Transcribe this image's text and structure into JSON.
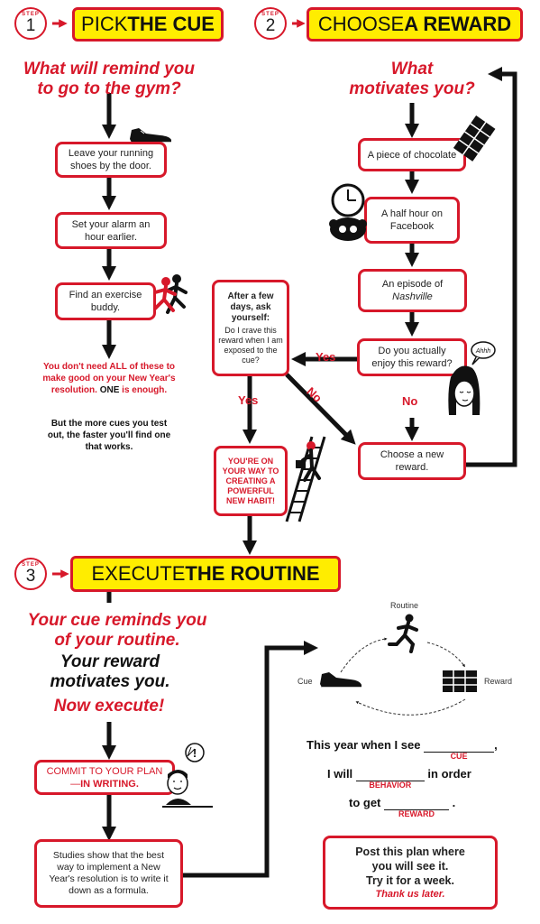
{
  "colors": {
    "red": "#d7182a",
    "yellow": "#ffed00",
    "black": "#111111"
  },
  "step1": {
    "step_label": "STEP",
    "number": "1",
    "title_a": "PICK ",
    "title_b": "THE CUE",
    "question_line1": "What will remind you",
    "question_line2": "to go to the gym?",
    "box1": "Leave your running shoes by the door.",
    "box2": "Set your alarm an hour earlier.",
    "box3": "Find an exercise buddy.",
    "note_red1": "You don't need ALL of these to make good on your New Year's resolution.",
    "note_red2": "is enough.",
    "note_one": "ONE",
    "note_black": "But the more cues you test out, the faster you'll find one that works."
  },
  "step2": {
    "step_label": "STEP",
    "number": "2",
    "title_a": "CHOOSE ",
    "title_b": "A REWARD",
    "question_line1": "What",
    "question_line2": "motivates you?",
    "box1": "A piece of chocolate",
    "box2": "A half hour on Facebook",
    "box3_a": "An episode of",
    "box3_b": "Nashville",
    "box4": "Do you actually enjoy this reward?",
    "box5": "Choose a new reward.",
    "ask_title": "After a few days, ask yourself:",
    "ask_body": "Do I crave this reward when I am exposed to the cue?",
    "yes_left": "Yes",
    "yes_down": "Yes",
    "no_down": "No",
    "no_diag": "No",
    "habit": "YOU'RE ON YOUR WAY TO CREATING A POWERFUL NEW HABIT!",
    "bubble": "Ahhh"
  },
  "step3": {
    "step_label": "STEP",
    "number": "3",
    "title_a": "EXECUTE ",
    "title_b": "THE ROUTINE",
    "red_line1": "Your cue reminds you",
    "red_line2": "of your routine.",
    "black_line1": "Your reward",
    "black_line2": "motivates you.",
    "red_line3": "Now execute!",
    "commit_a": "COMMIT TO YOUR PLAN—",
    "commit_b": "IN WRITING.",
    "study": "Studies show that the best way to implement a New Year's resolution is to write it down as a formula.",
    "cycle_routine": "Routine",
    "cycle_cue": "Cue",
    "cycle_reward": "Reward",
    "form_line1": "This year when I see",
    "form_cue": "CUE",
    "form_line2a": "I will",
    "form_behavior": "BEHAVIOR",
    "form_line2b": "in order",
    "form_line3": "to get",
    "form_reward": "REWARD",
    "post_line1": "Post this plan where",
    "post_line2": "you will see it.",
    "post_line3": "Try it for a week.",
    "post_line4": "Thank us later."
  }
}
